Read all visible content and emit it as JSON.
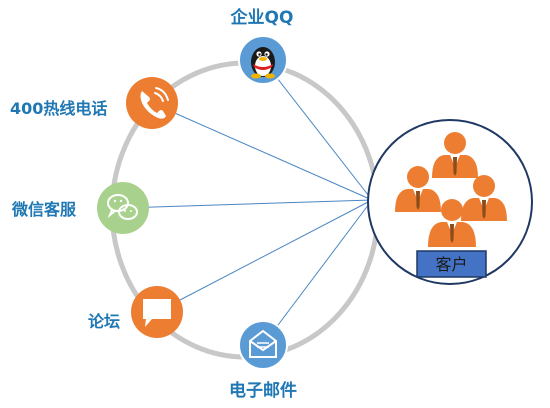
{
  "channels": {
    "qq": {
      "label": "企业QQ",
      "icon": "qq-penguin-icon",
      "color": "#5b9bd5"
    },
    "hotline": {
      "label": "400热线电话",
      "icon": "phone-icon",
      "color": "#ed7d31"
    },
    "wechat": {
      "label": "微信客服",
      "icon": "wechat-icon",
      "color": "#a9d18e"
    },
    "forum": {
      "label": "论坛",
      "icon": "speech-bubble-icon",
      "color": "#ed7d31"
    },
    "email": {
      "label": "电子邮件",
      "icon": "envelope-icon",
      "color": "#5b9bd5"
    }
  },
  "customer": {
    "label": "客户",
    "icon": "people-group-icon",
    "color": "#ed7d31",
    "tag_color": "#4472c4"
  },
  "colors": {
    "ring": "#c8c8c8",
    "lines": "#4a86c5",
    "text": "#1f78b4",
    "circle_border": "#1f3864"
  }
}
